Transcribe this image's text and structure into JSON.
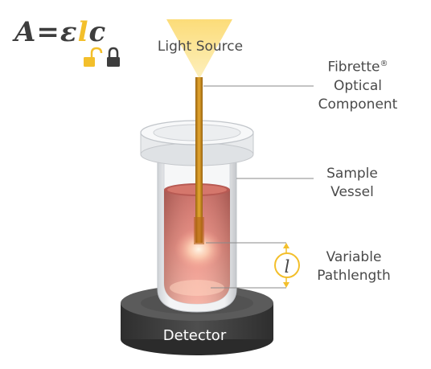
{
  "formula": {
    "a": "A",
    "eq": "=",
    "eps": "ε",
    "l": "l",
    "c": "c"
  },
  "labels": {
    "light_source": "Light Source",
    "fibrette_line1": "Fibrette",
    "fibrette_mark": "®",
    "fibrette_line2": "Optical",
    "fibrette_line3": "Component",
    "vessel_line1": "Sample",
    "vessel_line2": "Vessel",
    "path_line1": "Variable",
    "path_line2": "Pathlength",
    "detector": "Detector",
    "path_symbol": "l"
  },
  "icons": {
    "unlock": "unlock-icon",
    "lock": "lock-icon"
  },
  "colors": {
    "accent": "#f3bf2b",
    "liquid": "#e98579",
    "detector": "#4a4a4a",
    "text": "#4a4a4a",
    "fibre": "#c88a1c"
  }
}
